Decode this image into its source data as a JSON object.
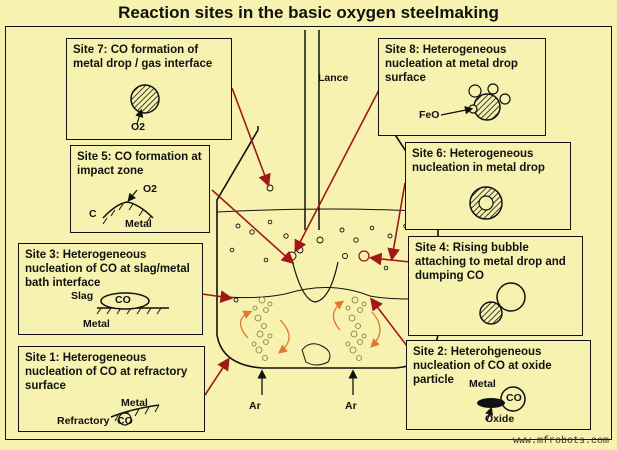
{
  "title": "Reaction sites in the basic oxygen steelmaking",
  "lance_label": "Lance",
  "sites": {
    "site7": "Site 7: CO formation of metal drop / gas interface",
    "site8": "Site 8: Heterogeneous nucleation at metal drop surface",
    "site5": "Site 5: CO formation at impact zone",
    "site6": "Site 6: Heterogeneous nucleation in metal drop",
    "site3": "Site 3: Heterogeneous nucleation of CO at slag/metal bath interface",
    "site4": "Site 4: Rising bubble attaching to metal drop and dumping CO",
    "site1": "Site 1: Heterogeneous nucleation of CO at refractory surface",
    "site2": "Site 2: Heterohgeneous nucleation of CO at oxide particle"
  },
  "labels": {
    "o2_site7": "O2",
    "feo": "FeO",
    "o2_site5": "O2",
    "c_site5": "C",
    "metal_site5": "Metal",
    "slag": "Slag",
    "co_site3": "CO",
    "metal_site3": "Metal",
    "metal_site1": "Metal",
    "refractory": "Refractory",
    "co_site1": "CO",
    "metal_site2": "Metal",
    "co_site2": "CO",
    "oxide": "Oxide",
    "ar_left": "Ar",
    "ar_right": "Ar"
  },
  "watermark": "www.mfrobots.com",
  "colors": {
    "background": "#f7f2b0",
    "arrow": "#a01818",
    "swirl": "#e07a30",
    "line": "#111111"
  }
}
